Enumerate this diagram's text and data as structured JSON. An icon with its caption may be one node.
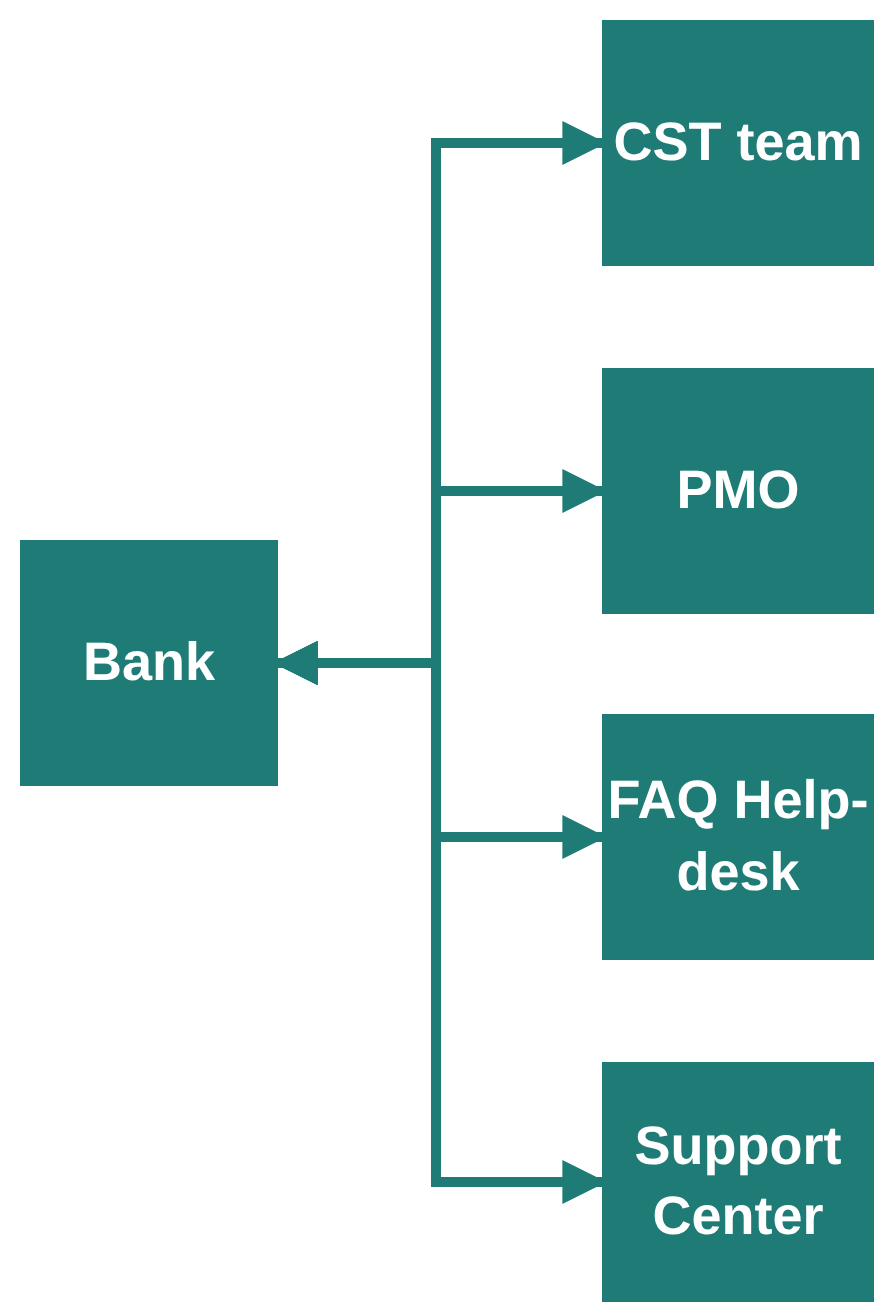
{
  "diagram": {
    "nodes": [
      {
        "text": [
          "Bank"
        ]
      },
      {
        "text": [
          "CST team"
        ]
      },
      {
        "text": [
          "PMO"
        ]
      },
      {
        "text": [
          "FAQ Help-desk"
        ]
      },
      {
        "text": [
          "Support Center"
        ]
      }
    ],
    "edges": [
      {
        "from": 0,
        "to": 1,
        "arrow": "both"
      },
      {
        "from": 0,
        "to": 2,
        "arrow": "both"
      },
      {
        "from": 0,
        "to": 3,
        "arrow": "both"
      },
      {
        "from": 0,
        "to": 4,
        "arrow": "both"
      }
    ]
  }
}
